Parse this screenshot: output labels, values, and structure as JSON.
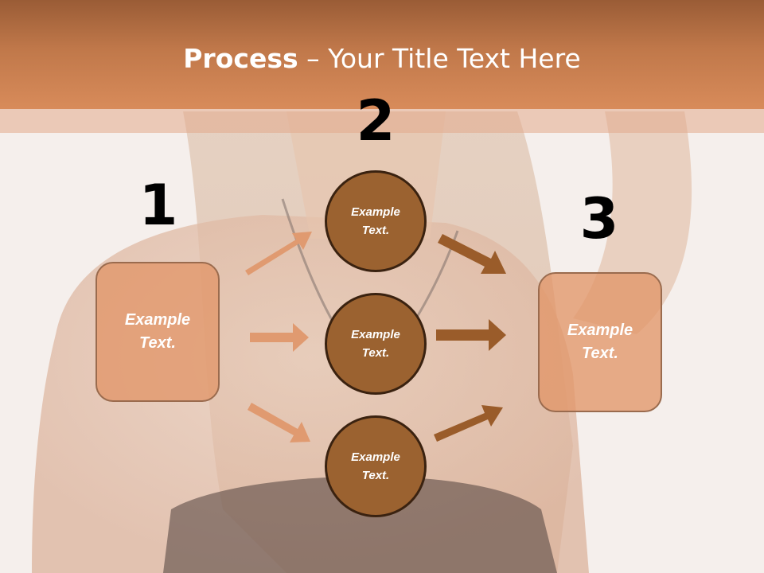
{
  "title": {
    "bold": "Process",
    "rest": " – Your Title Text Here"
  },
  "steps": {
    "one": "1",
    "two": "2",
    "three": "3"
  },
  "left_box": {
    "label": "Example Text."
  },
  "right_box": {
    "label": "Example Text."
  },
  "circles": [
    {
      "label": "Example Text."
    },
    {
      "label": "Example Text."
    },
    {
      "label": "Example Text."
    }
  ],
  "colors": {
    "title_band": "#c0784a",
    "box_fill": "#e2966a",
    "circle_fill": "#9b6230",
    "arrow_light": "#e09a70",
    "arrow_dark": "#9a5c2a"
  }
}
